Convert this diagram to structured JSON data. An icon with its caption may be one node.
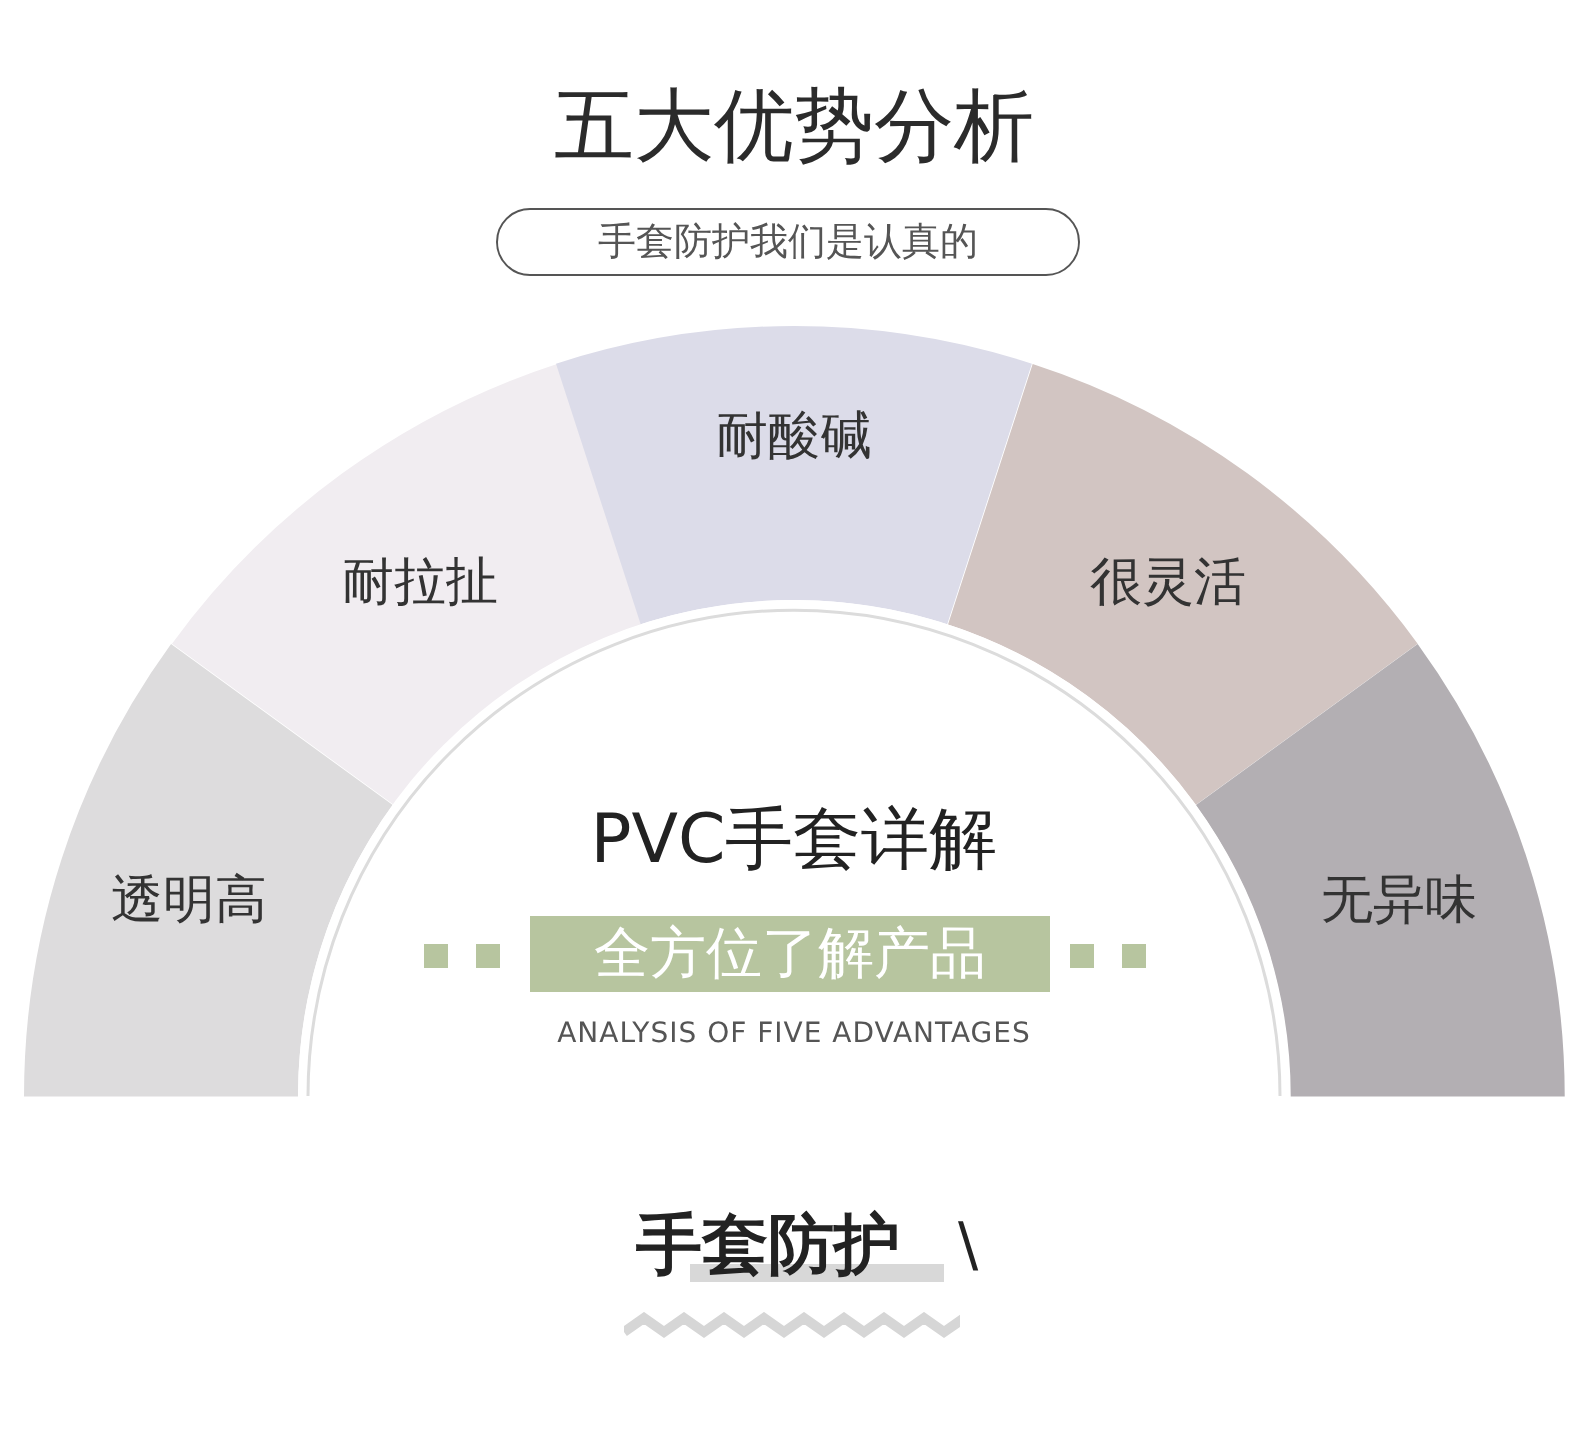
{
  "diagram": {
    "title": "五大优势分析",
    "nodes": [
      {
        "text": [
          "手套防护我们是认真的"
        ]
      },
      {
        "text": [
          "透明高"
        ]
      },
      {
        "text": [
          "耐拉扯"
        ]
      },
      {
        "text": [
          "耐酸碱"
        ]
      },
      {
        "text": [
          "很灵活"
        ]
      },
      {
        "text": [
          "无异味"
        ]
      },
      {
        "text": [
          "PVC手套详解",
          "ANALYSIS OF FIVE ADVANTAGES"
        ]
      },
      {
        "text": [
          "全方位了解产品"
        ],
        "in": 6
      }
    ],
    "labels": [
      "手套防护",
      "\\"
    ]
  }
}
